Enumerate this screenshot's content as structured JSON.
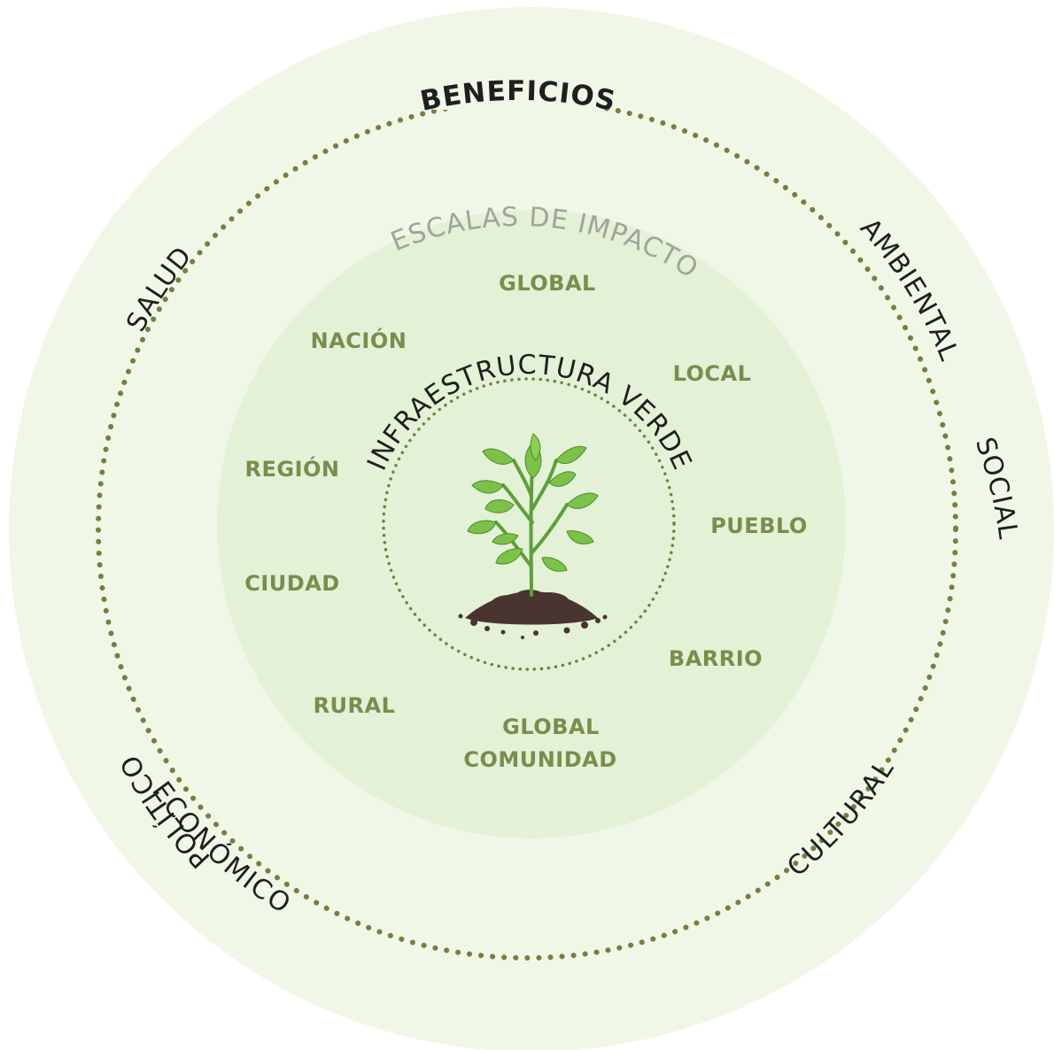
{
  "colors": {
    "outer_ring": "#f0f7e7",
    "inner_ring": "#e3f1d6",
    "dots": "#6d8342",
    "scale_text": "#7b8c4e",
    "scale_title": "#a2a39c",
    "leaf": "#7cc24a",
    "stem": "#5f9f3a",
    "soil": "#4a3430"
  },
  "benefits": {
    "title": "BENEFICIOS",
    "ambiental": "AMBIENTAL",
    "social": "SOCIAL",
    "cultural": "CULTURAL",
    "economico": "ECONÓMICO",
    "politico": "POLÍTICO",
    "salud": "SALUD"
  },
  "scales": {
    "title": "ESCALAS DE IMPACTO",
    "global_top": "GLOBAL",
    "nacion": "NACIÓN",
    "local": "LOCAL",
    "region": "REGIÓN",
    "pueblo": "PUEBLO",
    "ciudad": "CIUDAD",
    "barrio": "BARRIO",
    "rural": "RURAL",
    "global_bottom": "GLOBAL",
    "comunidad": "COMUNIDAD"
  },
  "center": {
    "title": "INFRAESTRUCTURA VERDE",
    "icon": "sprouting-plant-icon"
  }
}
